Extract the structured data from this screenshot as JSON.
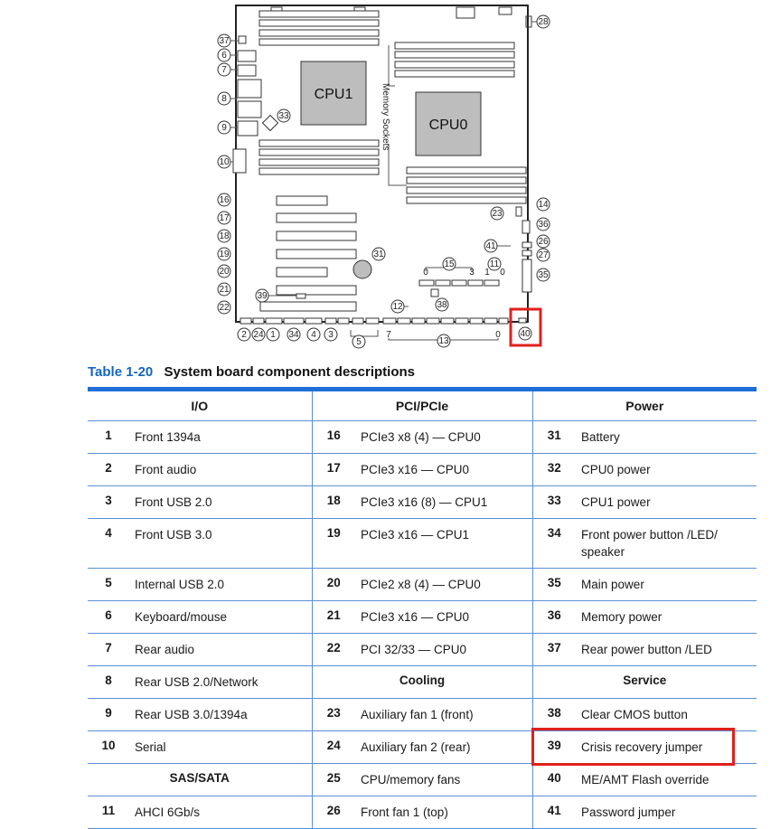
{
  "diagram": {
    "chips": {
      "cpu1": "CPU1",
      "cpu0": "CPU0"
    },
    "memory_label": "Memory Sockets",
    "slot_labels": {
      "slot15": [
        "0",
        "3",
        "1",
        "0"
      ],
      "slot13": [
        "7",
        "0"
      ]
    },
    "callouts": [
      "1",
      "2",
      "3",
      "4",
      "6",
      "7",
      "8",
      "9",
      "10",
      "11",
      "12",
      "13",
      "14",
      "15",
      "16",
      "17",
      "18",
      "19",
      "20",
      "21",
      "22",
      "23",
      "24",
      "26",
      "27",
      "28",
      "31",
      "33",
      "34",
      "35",
      "36",
      "37",
      "38",
      "39",
      "40",
      "41"
    ]
  },
  "caption": {
    "number": "Table 1-20",
    "title": "System board component descriptions"
  },
  "table": {
    "headers": [
      "I/O",
      "PCI/PCIe",
      "Power"
    ],
    "rows": [
      {
        "c1": {
          "n": "1",
          "d": "Front 1394a"
        },
        "c2": {
          "n": "16",
          "d": "PCIe3 x8 (4) — CPU0"
        },
        "c3": {
          "n": "31",
          "d": "Battery"
        }
      },
      {
        "c1": {
          "n": "2",
          "d": "Front audio"
        },
        "c2": {
          "n": "17",
          "d": "PCIe3 x16 — CPU0"
        },
        "c3": {
          "n": "32",
          "d": "CPU0 power"
        }
      },
      {
        "c1": {
          "n": "3",
          "d": "Front USB 2.0"
        },
        "c2": {
          "n": "18",
          "d": "PCIe3 x16 (8) — CPU1"
        },
        "c3": {
          "n": "33",
          "d": "CPU1 power"
        }
      },
      {
        "c1": {
          "n": "4",
          "d": "Front USB 3.0"
        },
        "c2": {
          "n": "19",
          "d": "PCIe3 x16 — CPU1"
        },
        "c3": {
          "n": "34",
          "d": "Front power button /LED/ speaker"
        }
      },
      {
        "c1": {
          "n": "5",
          "d": "Internal USB 2.0"
        },
        "c2": {
          "n": "20",
          "d": "PCIe2 x8 (4) — CPU0"
        },
        "c3": {
          "n": "35",
          "d": "Main power"
        }
      },
      {
        "c1": {
          "n": "6",
          "d": "Keyboard/mouse"
        },
        "c2": {
          "n": "21",
          "d": "PCIe3 x16 — CPU0"
        },
        "c3": {
          "n": "36",
          "d": "Memory power"
        }
      },
      {
        "c1": {
          "n": "7",
          "d": "Rear audio"
        },
        "c2": {
          "n": "22",
          "d": "PCI 32/33 — CPU0"
        },
        "c3": {
          "n": "37",
          "d": "Rear power button /LED"
        }
      },
      {
        "c1": {
          "n": "8",
          "d": "Rear USB 2.0/Network"
        },
        "c2": {
          "sub": "Cooling"
        },
        "c3": {
          "sub": "Service"
        }
      },
      {
        "c1": {
          "n": "9",
          "d": "Rear USB 3.0/1394a"
        },
        "c2": {
          "n": "23",
          "d": "Auxiliary fan 1 (front)"
        },
        "c3": {
          "n": "38",
          "d": "Clear CMOS button"
        }
      },
      {
        "c1": {
          "n": "10",
          "d": "Serial"
        },
        "c2": {
          "n": "24",
          "d": "Auxiliary fan 2 (rear)"
        },
        "c3": {
          "n": "39",
          "d": "Crisis recovery jumper"
        }
      },
      {
        "c1": {
          "sub": "SAS/SATA"
        },
        "c2": {
          "n": "25",
          "d": "CPU/memory fans"
        },
        "c3": {
          "n": "40",
          "d": "ME/AMT Flash override"
        }
      },
      {
        "c1": {
          "n": "11",
          "d": "AHCI 6Gb/s"
        },
        "c2": {
          "n": "26",
          "d": "Front fan 1 (top)"
        },
        "c3": {
          "n": "41",
          "d": "Password jumper"
        }
      }
    ]
  },
  "highlight_color": "#e0201c",
  "accent_color": "#1e6ed8"
}
